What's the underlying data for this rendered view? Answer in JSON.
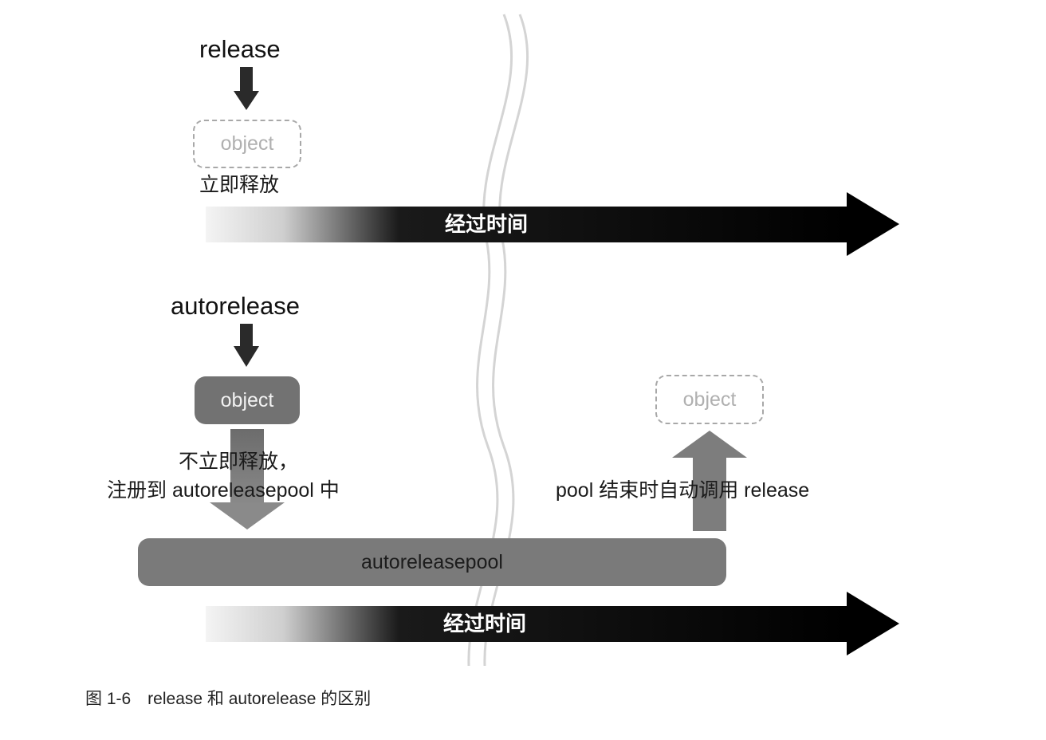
{
  "diagram": {
    "release_section": {
      "title": "release",
      "object_label": "object",
      "result_label": "立即释放",
      "timeline_label": "经过时间"
    },
    "autorelease_section": {
      "title": "autorelease",
      "object_label": "object",
      "register_label_line1": "不立即释放，",
      "register_label_line2": "注册到 autoreleasepool 中",
      "pool_label": "autoreleasepool",
      "pool_end_label": "pool 结束时自动调用 release",
      "released_object_label": "object",
      "timeline_label": "经过时间"
    },
    "caption": "图 1-6　release 和 autorelease 的区别",
    "colors": {
      "arrow_dark": "#2a2a2a",
      "object_fill": "#727272",
      "pool_fill": "#7a7a7a",
      "up_arrow": "#7d7d7d",
      "timeline_end": "#000000",
      "wave": "#d4d4d4"
    }
  }
}
